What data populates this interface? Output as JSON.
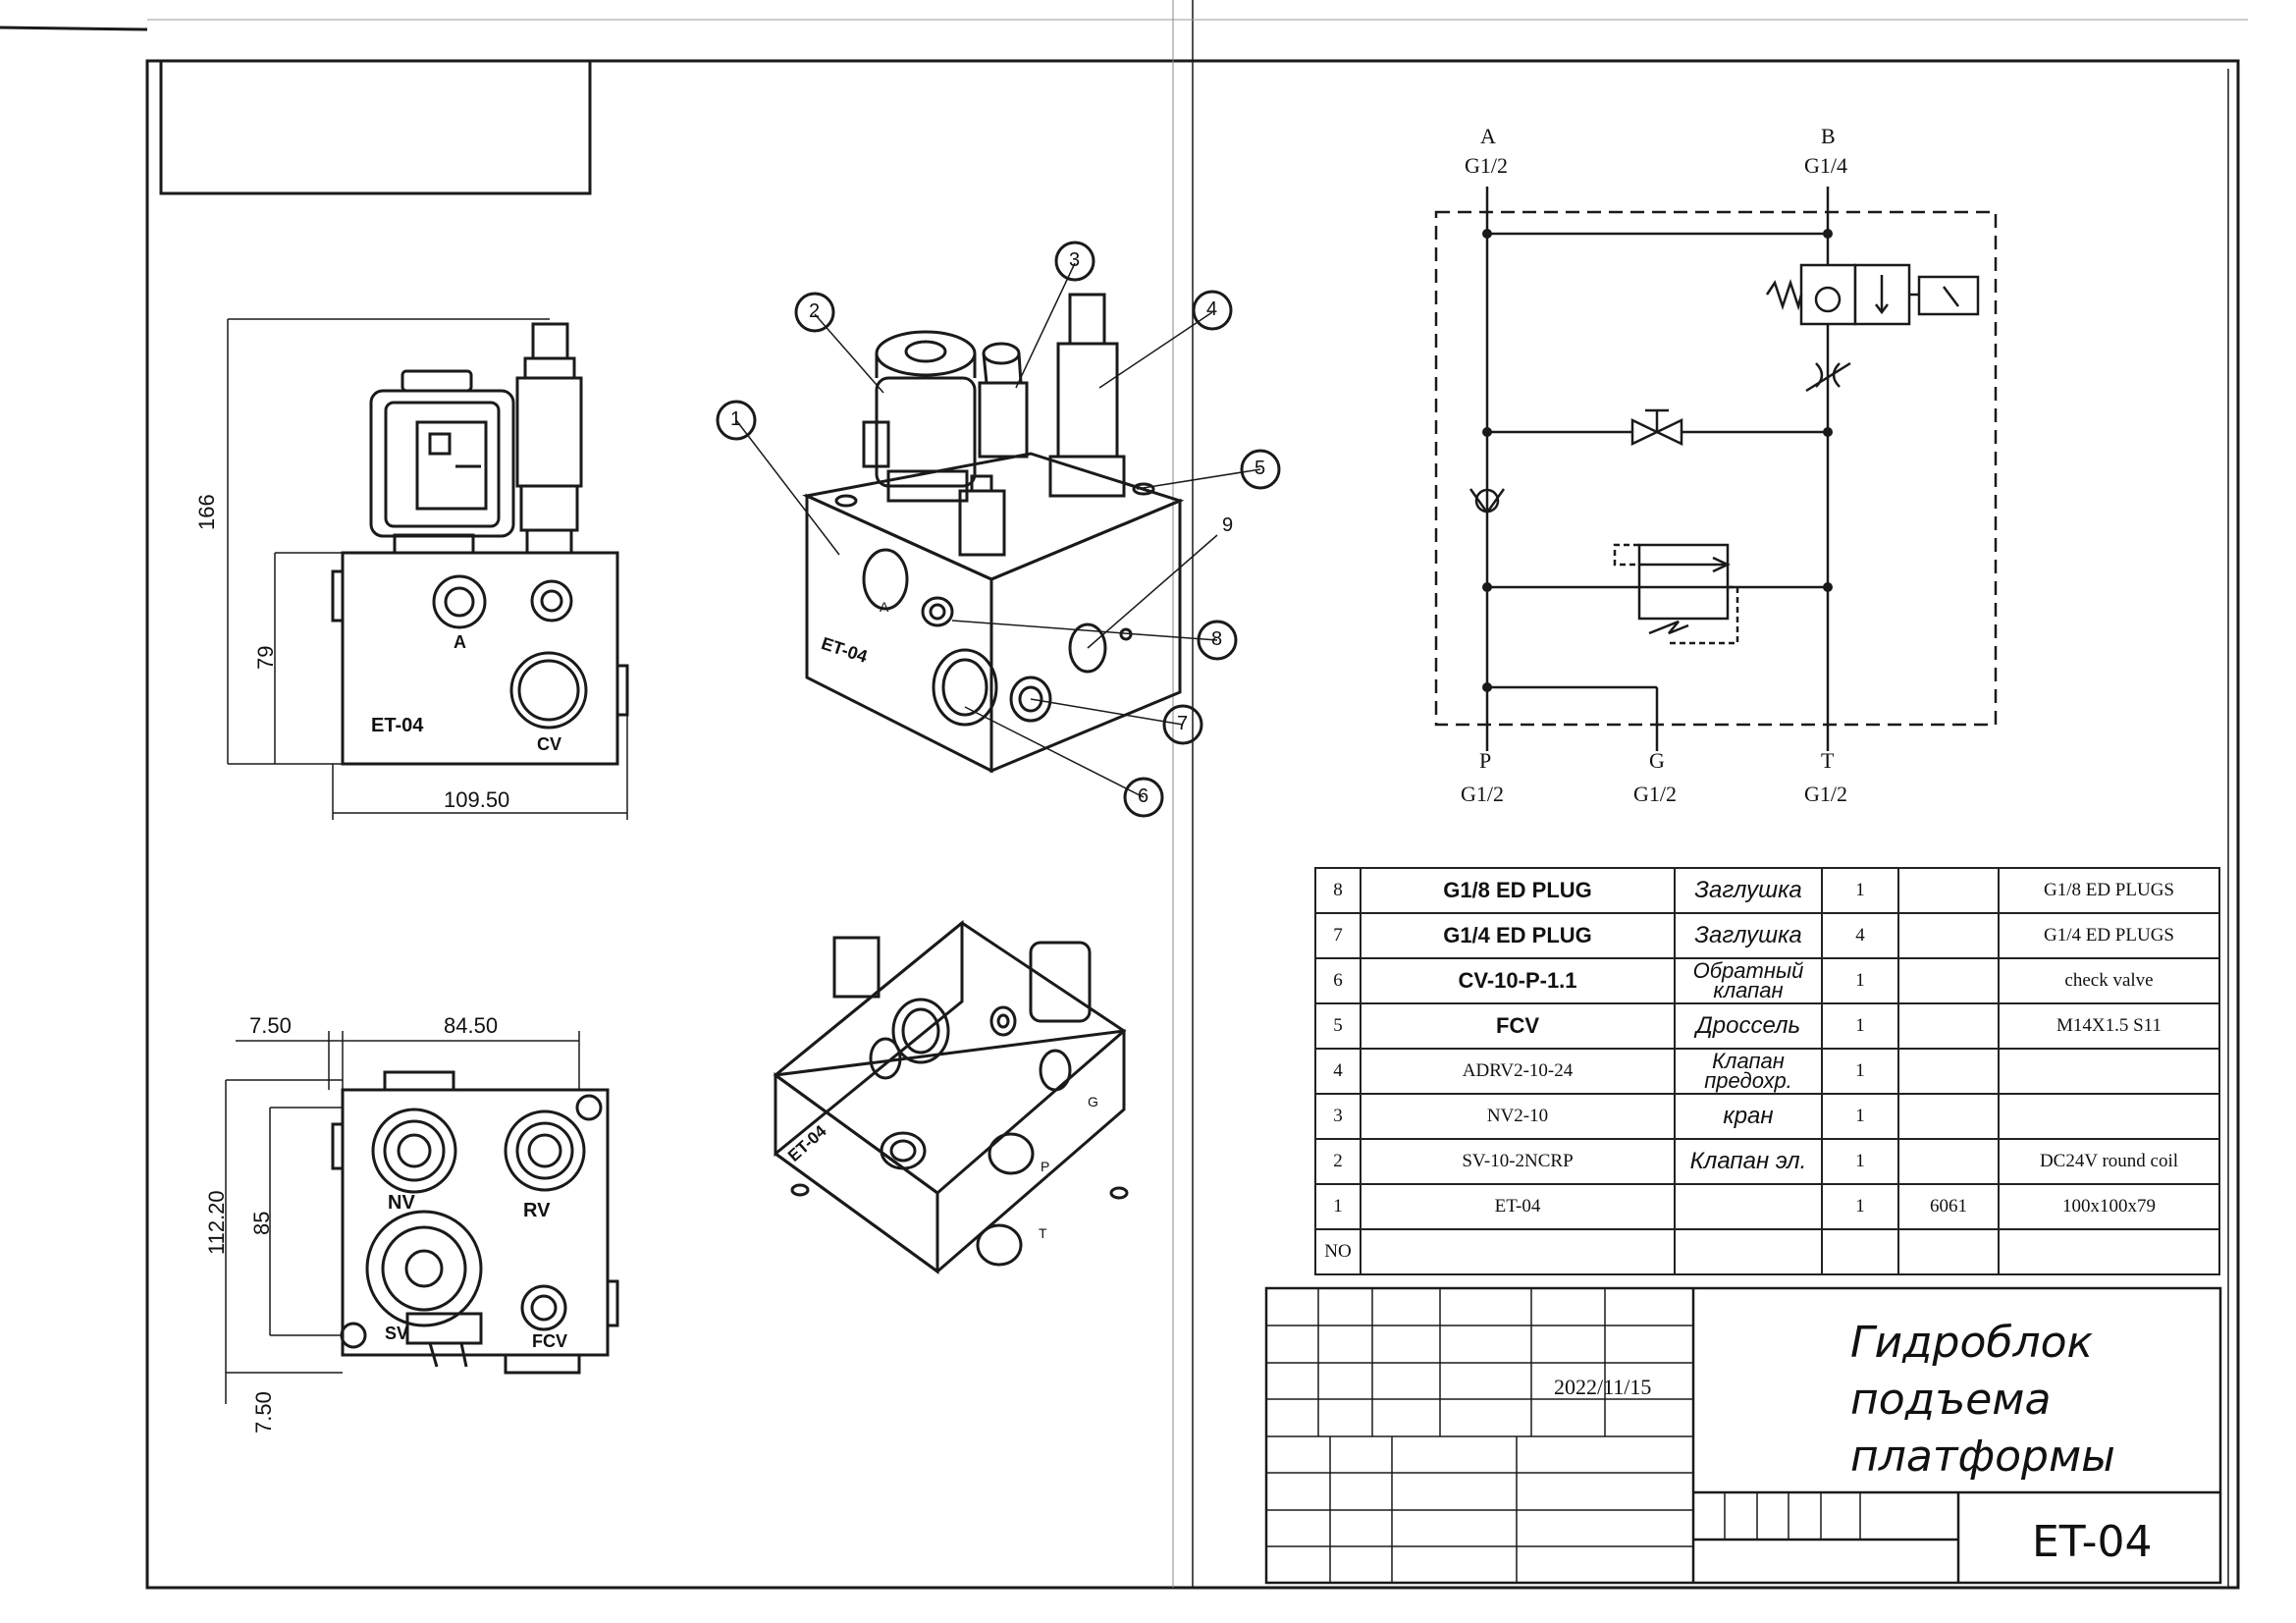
{
  "dims": {
    "front_height_total": "166",
    "front_height_body": "79",
    "front_width": "109.50",
    "top_left_offset": "7.50",
    "top_width": "84.50",
    "top_height_total": "112.20",
    "top_height_inner": "85",
    "top_bottom_offset": "7.50"
  },
  "front_view": {
    "port_a": "A",
    "port_cv": "CV",
    "block_mark": "ET-04"
  },
  "top_view": {
    "nv": "NV",
    "rv": "RV",
    "sv": "SV",
    "fcv": "FCV"
  },
  "iso_view": {
    "block_mark": "ET-04",
    "port_a": "A",
    "callouts": [
      "1",
      "2",
      "3",
      "4",
      "5",
      "6",
      "7",
      "8",
      "9"
    ]
  },
  "iso_bottom_view": {
    "block_mark": "ET-04",
    "port_t": "T",
    "port_p": "P",
    "port_g": "G"
  },
  "schematic": {
    "port_a_name": "A",
    "port_a_thread": "G1/2",
    "port_b_name": "B",
    "port_b_thread": "G1/4",
    "port_p_name": "P",
    "port_p_thread": "G1/2",
    "port_g_name": "G",
    "port_g_thread": "G1/2",
    "port_t_name": "T",
    "port_t_thread": "G1/2"
  },
  "bom": {
    "rows": [
      {
        "no": "8",
        "part": "G1/8 ED PLUG",
        "name": "Заглушка",
        "qty": "1",
        "material": "",
        "note": "G1/8 ED PLUGS"
      },
      {
        "no": "7",
        "part": "G1/4 ED PLUG",
        "name": "Заглушка",
        "qty": "4",
        "material": "",
        "note": "G1/4 ED PLUGS"
      },
      {
        "no": "6",
        "part": "CV-10-P-1.1",
        "name": "Обратный клапан",
        "qty": "1",
        "material": "",
        "note": "check valve"
      },
      {
        "no": "5",
        "part": "FCV",
        "name": "Дроссель",
        "qty": "1",
        "material": "",
        "note": "M14X1.5 S11"
      },
      {
        "no": "4",
        "part": "ADRV2-10-24",
        "name": "Клапан предохр.",
        "qty": "1",
        "material": "",
        "note": ""
      },
      {
        "no": "3",
        "part": "NV2-10",
        "name": "кран",
        "qty": "1",
        "material": "",
        "note": ""
      },
      {
        "no": "2",
        "part": "SV-10-2NCRP",
        "name": "Клапан эл.",
        "qty": "1",
        "material": "",
        "note": "DC24V round coil"
      },
      {
        "no": "1",
        "part": "ET-04",
        "name": "",
        "qty": "1",
        "material": "6061",
        "note": "100x100x79"
      }
    ],
    "header_no": "NO"
  },
  "title_block": {
    "date": "2022/11/15",
    "title_line1": "Гидроблок",
    "title_line2": "подъема",
    "title_line3": "платформы",
    "drawing_number": "ET-04"
  }
}
